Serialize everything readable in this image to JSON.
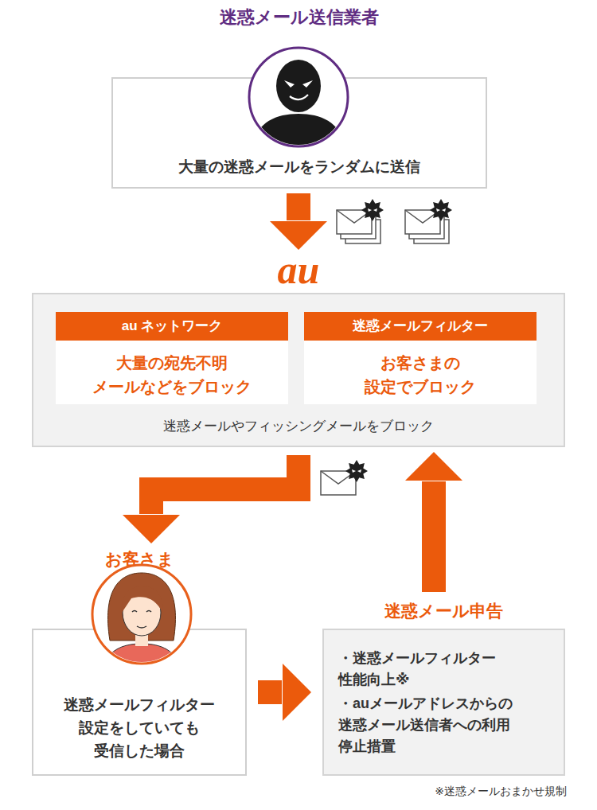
{
  "diagram": {
    "nodes": [
      {
        "text": [
          "迷惑メール送信業者",
          "大量の迷惑メールをランダムに送信"
        ]
      },
      {
        "text": [
          "au",
          "迷惑メールやフィッシングメールをブロック"
        ]
      },
      {
        "text": [
          "au ネットワーク",
          "大量の宛先不明 メールなどをブロック"
        ],
        "in": 1
      },
      {
        "text": [
          "迷惑メールフィルター",
          "お客さまの 設定でブロック"
        ],
        "in": 1
      },
      {
        "text": [
          "お客さま",
          "迷惑メールフィルター 設定をしていても 受信した場合"
        ]
      },
      {
        "text": [
          "迷惑メール申告",
          "・迷惑メールフィルター 性能向上※",
          "・auメールアドレスからの 迷惑メール送信者への利用 停止措置"
        ]
      }
    ],
    "edges": [
      {
        "from": 0,
        "to": 1,
        "arrow": "to"
      },
      {
        "from": 1,
        "to": 4,
        "arrow": "to"
      },
      {
        "from": 4,
        "to": 5,
        "arrow": "to"
      },
      {
        "from": 5,
        "to": 1,
        "arrow": "to"
      }
    ],
    "labels": [
      "※迷惑メールおまかせ規制"
    ]
  }
}
